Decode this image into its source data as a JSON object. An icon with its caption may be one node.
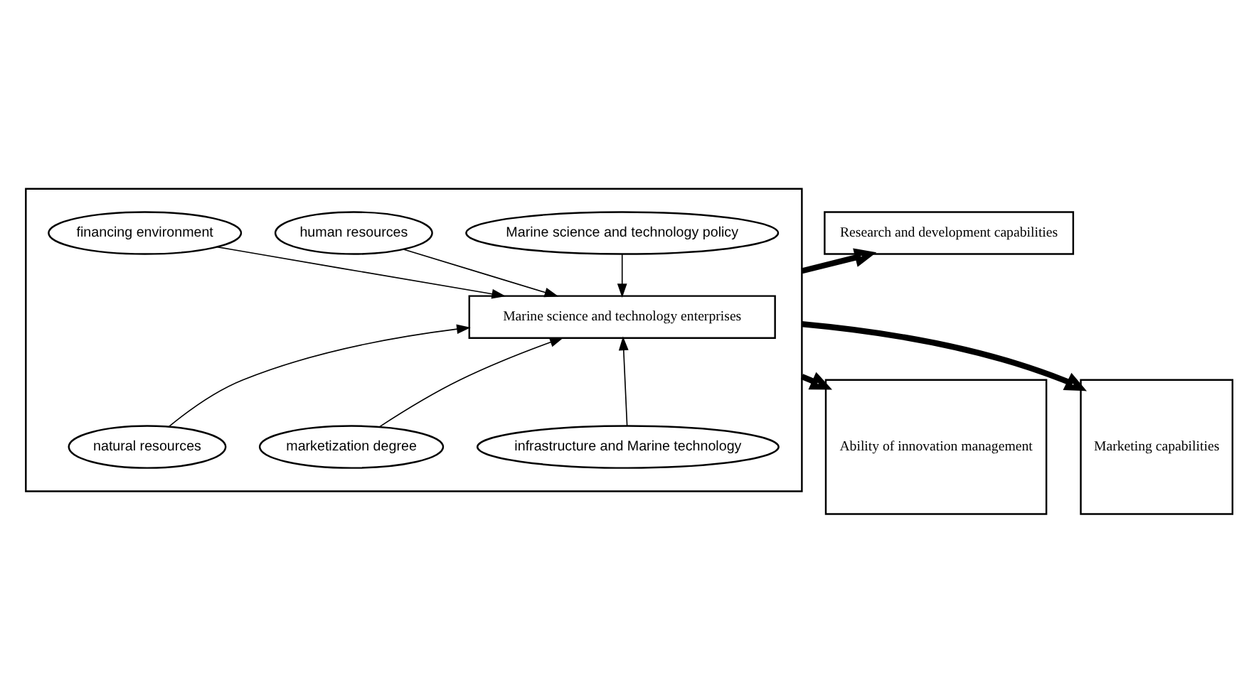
{
  "diagram": {
    "nodes": [
      {
        "text": [],
        "shape": "box"
      },
      {
        "text": [
          "Marine science and technology policy"
        ],
        "in": 0
      },
      {
        "text": [
          "human resources"
        ],
        "in": 0
      },
      {
        "text": [
          "financing environment"
        ],
        "in": 0
      },
      {
        "text": [
          "Marine science and technology enterprises"
        ],
        "in": 0
      },
      {
        "text": [
          "natural resources"
        ],
        "in": 0
      },
      {
        "text": [
          "marketization degree"
        ],
        "in": 0
      },
      {
        "text": [
          "infrastructure and Marine technology"
        ],
        "in": 0
      },
      {
        "text": [
          "Research and development capabilities"
        ]
      },
      {
        "text": [
          "Ability of innovation management"
        ]
      },
      {
        "text": [
          "Marketing capabilities"
        ]
      }
    ],
    "edges": [
      {
        "from": 1,
        "to": 4,
        "arrow": "to"
      },
      {
        "from": 2,
        "to": 4,
        "arrow": "to"
      },
      {
        "from": 3,
        "to": 4,
        "arrow": "to"
      },
      {
        "from": 5,
        "to": 4,
        "arrow": "to"
      },
      {
        "from": 6,
        "to": 4,
        "arrow": "to"
      },
      {
        "from": 7,
        "to": 4,
        "arrow": "to"
      },
      {
        "from": 0,
        "to": 8,
        "arrow": "to",
        "style": "thick"
      },
      {
        "from": 0,
        "to": 9,
        "arrow": "to",
        "style": "thick"
      },
      {
        "from": 0,
        "to": 10,
        "arrow": "to",
        "style": "thick"
      }
    ]
  }
}
